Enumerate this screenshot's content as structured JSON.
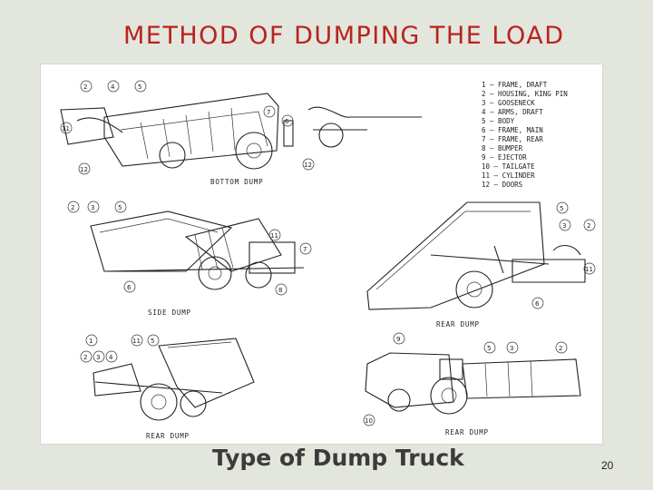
{
  "slide": {
    "title": "METHOD OF DUMPING THE LOAD",
    "caption": "Type of Dump Truck",
    "page_number": "20"
  },
  "figure": {
    "panels": [
      {
        "label": "BOTTOM DUMP"
      },
      {
        "label": "SIDE DUMP"
      },
      {
        "label": "REAR DUMP"
      },
      {
        "label": "REAR DUMP"
      },
      {
        "label": "REAR DUMP"
      }
    ],
    "legend": [
      "1 – FRAME, DRAFT",
      "2 – HOUSING, KING PIN",
      "3 – GOOSENECK",
      "4 – ARMS, DRAFT",
      "5 – BODY",
      "6 – FRAME, MAIN",
      "7 – FRAME, REAR",
      "8 – BUMPER",
      "9 – EJECTOR",
      "10 – TAILGATE",
      "11 – CYLINDER",
      "12 – DOORS"
    ]
  }
}
